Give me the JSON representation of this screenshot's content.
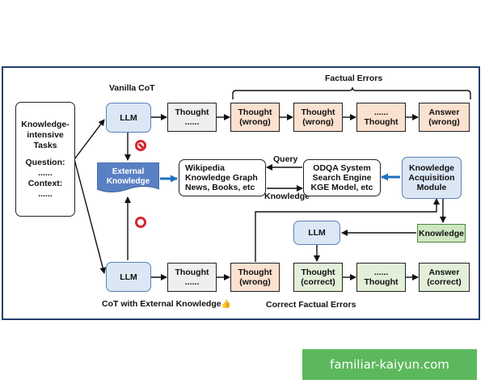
{
  "input_box": {
    "line1": "Knowledge-",
    "line2": "intensive",
    "line3": "Tasks",
    "line4": "Question:",
    "line5": "......",
    "line6": "Context:",
    "line7": "......"
  },
  "labels": {
    "vanilla_cot": "Vanilla CoT",
    "factual_errors": "Factual Errors",
    "cot_external": "CoT with External Knowledge",
    "thumb": "👍",
    "correct_errors": "Correct Factual Errors",
    "query": "Query",
    "knowledge_flow": "Knowledge"
  },
  "top_row": {
    "llm": "LLM",
    "thought1_a": "Thought",
    "thought1_b": "......",
    "thought2_a": "Thought",
    "thought2_b": "(wrong)",
    "thought3_a": "Thought",
    "thought3_b": "(wrong)",
    "thought4_a": "......",
    "thought4_b": "Thought",
    "answer_a": "Answer",
    "answer_b": "(wrong)"
  },
  "middle_row": {
    "external_a": "External",
    "external_b": "Knowledge",
    "sources_a": "Wikipedia",
    "sources_b": "Knowledge Graph",
    "sources_c": "News, Books, etc",
    "odqa_a": "ODQA System",
    "odqa_b": "Search Engine",
    "odqa_c": "KGE Model, etc",
    "kam_a": "Knowledge",
    "kam_b": "Acquisition",
    "kam_c": "Module"
  },
  "bottom_row": {
    "llm_left": "LLM",
    "thought1_a": "Thought",
    "thought1_b": "......",
    "thought2_a": "Thought",
    "thought2_b": "(wrong)",
    "llm_mid": "LLM",
    "knowledge": "Knowledge",
    "thought3_a": "Thought",
    "thought3_b": "(correct)",
    "thought4_a": "......",
    "thought4_b": "Thought",
    "answer_a": "Answer",
    "answer_b": "(correct)"
  },
  "watermark": "familiar-kaiyun.com",
  "colors": {
    "frame": "#24406b",
    "wrong_fill": "#fbe1cf",
    "correct_fill": "#e3efd9",
    "llm_fill": "#dce7f5",
    "external_fill": "#5a80c4",
    "blue_arrow": "#1f6fc0",
    "no_sign": "#d7262d",
    "watermark_bg": "#5cb85c"
  }
}
